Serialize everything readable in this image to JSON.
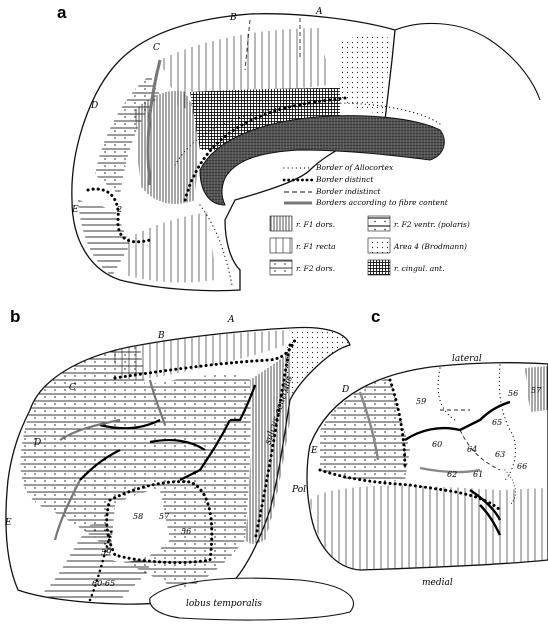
{
  "panels": {
    "a": {
      "label": "a",
      "area_letters": [
        "A",
        "B",
        "C",
        "D",
        "E"
      ],
      "area_number": "2",
      "legend_borders": [
        "Border of Allocortex",
        "Border distinct",
        "Border indistinct",
        "Borders according to fibre content"
      ],
      "legend_fields": [
        "r. F1 dors.",
        "r. F2 ventr. (polaris)",
        "r. F1 recta",
        "Area 4 (Brodmann)",
        "r. F2 dors.",
        "r. cingul. ant."
      ]
    },
    "b": {
      "label": "b",
      "area_letters": [
        "A",
        "B",
        "C",
        "D",
        "E"
      ],
      "area_numbers": [
        "58",
        "57",
        "56",
        "59",
        "60-65"
      ],
      "sulcus_label": "sulcus centralis",
      "lobe_label": "lobus temporalis"
    },
    "c": {
      "label": "c",
      "area_letters": [
        "D",
        "E"
      ],
      "area_numbers": [
        "59",
        "56",
        "57",
        "65",
        "60",
        "64",
        "63",
        "66",
        "61",
        "62"
      ],
      "lateral_label": "lateral",
      "medial_label": "medial",
      "pol_label": "Pol"
    }
  }
}
